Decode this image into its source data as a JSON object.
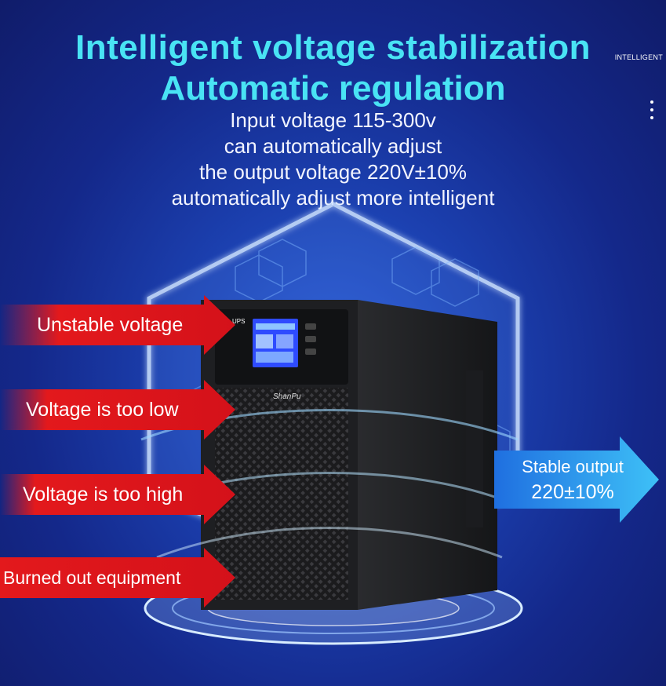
{
  "headline": {
    "line1": "Intelligent voltage stabilization",
    "line2": "Automatic regulation",
    "corner_tag": "INTELLIGENT"
  },
  "description": {
    "lines": [
      "Input voltage 115-300v",
      "can automatically adjust",
      "the output voltage 220V±10%",
      "automatically adjust more intelligent"
    ]
  },
  "problems": [
    "Unstable voltage",
    "Voltage is too low",
    "Voltage is too high",
    "Burned out equipment"
  ],
  "output": {
    "line1": "Stable output",
    "line2": "220±10%"
  },
  "device": {
    "brand": "ShanPu",
    "panel_label": "UPS"
  },
  "colors": {
    "headline": "#49e3f4",
    "problem_arrow": "#e3191c",
    "output_arrow": "#2aa3f0",
    "background": "#1b3fae"
  },
  "icons": {
    "menu": "more-vertical-icon"
  }
}
